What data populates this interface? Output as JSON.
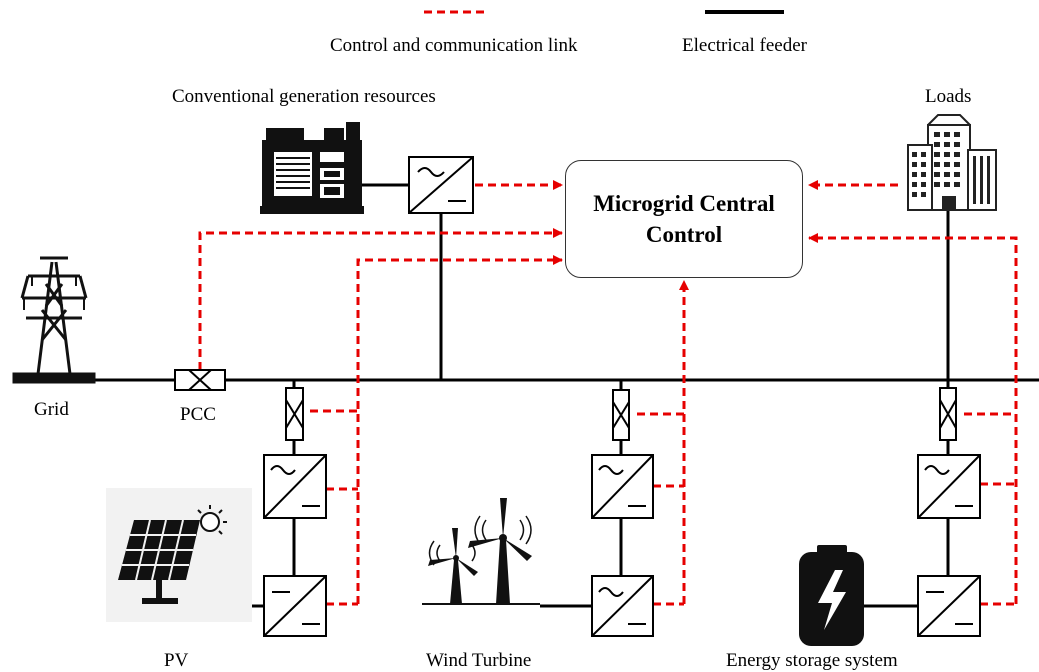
{
  "legend": {
    "control_label": "Control and communication link",
    "feeder_label": "Electrical feeder",
    "control_color": "#e60000",
    "feeder_color": "#000000"
  },
  "labels": {
    "conventional": "Conventional generation resources",
    "loads": "Loads",
    "grid": "Grid",
    "pcc": "PCC",
    "pv": "PV",
    "wind": "Wind Turbine",
    "storage": "Energy storage system"
  },
  "central_control": {
    "line1": "Microgrid Central",
    "line2": "Control"
  },
  "icons": [
    "transmission-tower-icon",
    "generator-icon",
    "building-icon",
    "solar-panel-icon",
    "sun-icon",
    "wind-turbine-icon",
    "battery-icon",
    "converter-icon",
    "breaker-icon"
  ]
}
